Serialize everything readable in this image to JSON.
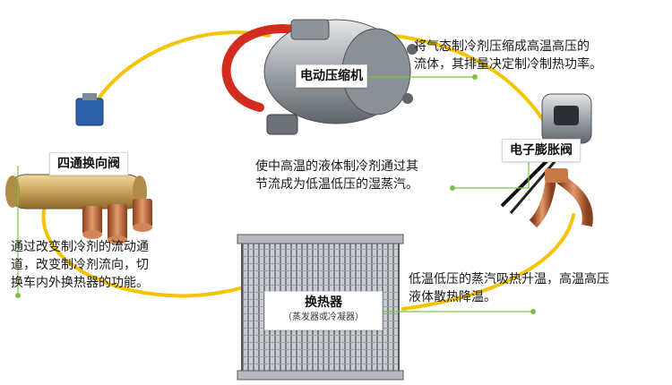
{
  "colors": {
    "cycle": "#f5c400",
    "leader": "#7cc242",
    "pipe": "#d22b1f",
    "copper": "#c06a3a"
  },
  "components": {
    "compressor": {
      "name": "电动压缩机"
    },
    "valve": {
      "name": "电子膨胀阀"
    },
    "reversing": {
      "name": "四通换向阀"
    },
    "exchanger": {
      "name": "换热器",
      "sub": "（蒸发器或冷凝器）"
    }
  },
  "descriptions": {
    "compressor": [
      "将气态制冷剂压缩成高温高压的",
      "流体，其排量决定制冷制热功率。"
    ],
    "valve": [
      "使中高温的液体制冷剂通过其",
      "节流成为低温低压的湿蒸汽。"
    ],
    "reversing": [
      "通过改变制冷剂的流动通",
      "道，改变制冷剂流向，切",
      "换车内外换热器的功能。"
    ],
    "exchanger": [
      "低温低压的蒸汽吸热升温，高温高压",
      "液体散热降温。"
    ]
  }
}
